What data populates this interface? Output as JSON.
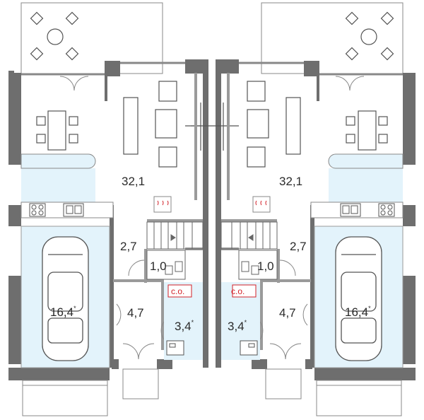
{
  "plan": {
    "colors": {
      "wall": "#6e6e6e",
      "thin_wall": "#9a9a9a",
      "garage_fill": "#e3f3fb",
      "kitchen_fill": "#e3f3fb",
      "terrace_fill": "#ffffff",
      "furniture": "#555555",
      "co_box": "#d2222a",
      "heater": "#d2222a"
    },
    "units": [
      {
        "side": "left",
        "living": "32,1",
        "hall": "2,7",
        "wc": "1,0",
        "vestibule": "4,7",
        "utility": "3,4",
        "utility_mark": "*",
        "garage": "16,4",
        "garage_mark": "*",
        "co_label": "c.o."
      },
      {
        "side": "right",
        "living": "32,1",
        "hall": "2,7",
        "wc": "1,0",
        "vestibule": "4,7",
        "utility": "3,4",
        "utility_mark": "*",
        "garage": "16,4",
        "garage_mark": "*",
        "co_label": "c.o."
      }
    ]
  }
}
